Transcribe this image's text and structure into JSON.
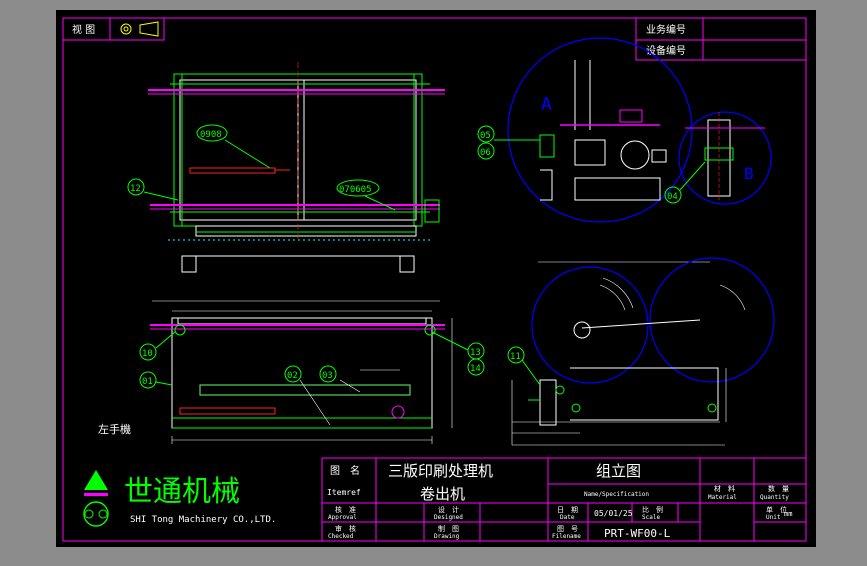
{
  "header": {
    "view_label": "视 图",
    "business_no_label": "业务编号",
    "equipment_no_label": "设备编号"
  },
  "callouts": {
    "c0908": "0908",
    "c12": "12",
    "c070605": "070605",
    "c05": "05",
    "c06": "06",
    "c04": "04",
    "c10": "10",
    "c01": "01",
    "c02": "02",
    "c03": "03",
    "c13": "13",
    "c14": "14",
    "c11": "11"
  },
  "detail_labels": {
    "a": "A",
    "b": "B"
  },
  "side_label": "左手機",
  "company": {
    "name_cn": "世通机械",
    "name_en": "SHI Tong Machinery CO.,LTD."
  },
  "title_block": {
    "drawing_label": "图　名",
    "drawing_label_en": "Itemref",
    "drawing_name": "三版印刷处理机",
    "drawing_sub": "卷出机",
    "type_name": "组立图",
    "name_spec_en": "Name/Specification",
    "material_label": "材　料",
    "material_en": "Material",
    "quantity_label": "数　量",
    "quantity_en": "Quantity",
    "approved_label": "核　准",
    "approved_en": "Approval",
    "designed_label": "设　计",
    "designed_en": "Designed",
    "checked_label": "审　核",
    "checked_en": "Checked",
    "drawn_label": "制　图",
    "drawn_en": "Drawing",
    "date_label": "日　期",
    "date_en": "Date",
    "date_value": "05/01/25",
    "scale_label": "比　例",
    "scale_en": "Scale",
    "unit_label": "单　位",
    "unit_en": "Unit",
    "unit_value": "mm",
    "file_label": "图　号",
    "file_en": "Filename",
    "file_value": "PRT-WF00-L"
  },
  "colors": {
    "sheet": "#000000",
    "frame": "#ff00ff",
    "green": "#00ff00",
    "white": "#ffffff",
    "blue": "#0000ff",
    "red": "#ff2020",
    "cyan": "#00ffff",
    "yellow": "#ffff00"
  }
}
